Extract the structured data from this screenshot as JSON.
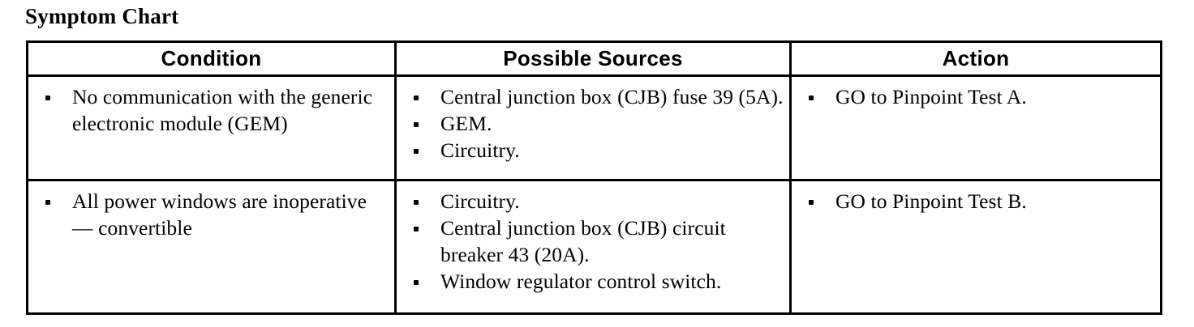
{
  "document": {
    "title": "Symptom Chart"
  },
  "table": {
    "headers": [
      {
        "label": "Condition"
      },
      {
        "label": "Possible Sources"
      },
      {
        "label": "Action"
      }
    ],
    "rows": [
      {
        "condition": [
          "No communication with the generic electronic module (GEM)"
        ],
        "possible_sources": [
          "Central junction box (CJB) fuse 39 (5A).",
          "GEM.",
          "Circuitry."
        ],
        "action": [
          "GO to Pinpoint Test A."
        ]
      },
      {
        "condition": [
          "All power windows are inoperative — convertible"
        ],
        "possible_sources": [
          "Circuitry.",
          "Central junction box (CJB) circuit breaker 43 (20A).",
          "Window regulator control switch."
        ],
        "action": [
          "GO to Pinpoint Test B."
        ]
      }
    ]
  },
  "colors": {
    "text": "#000000",
    "background": "#ffffff",
    "border": "#000000"
  }
}
